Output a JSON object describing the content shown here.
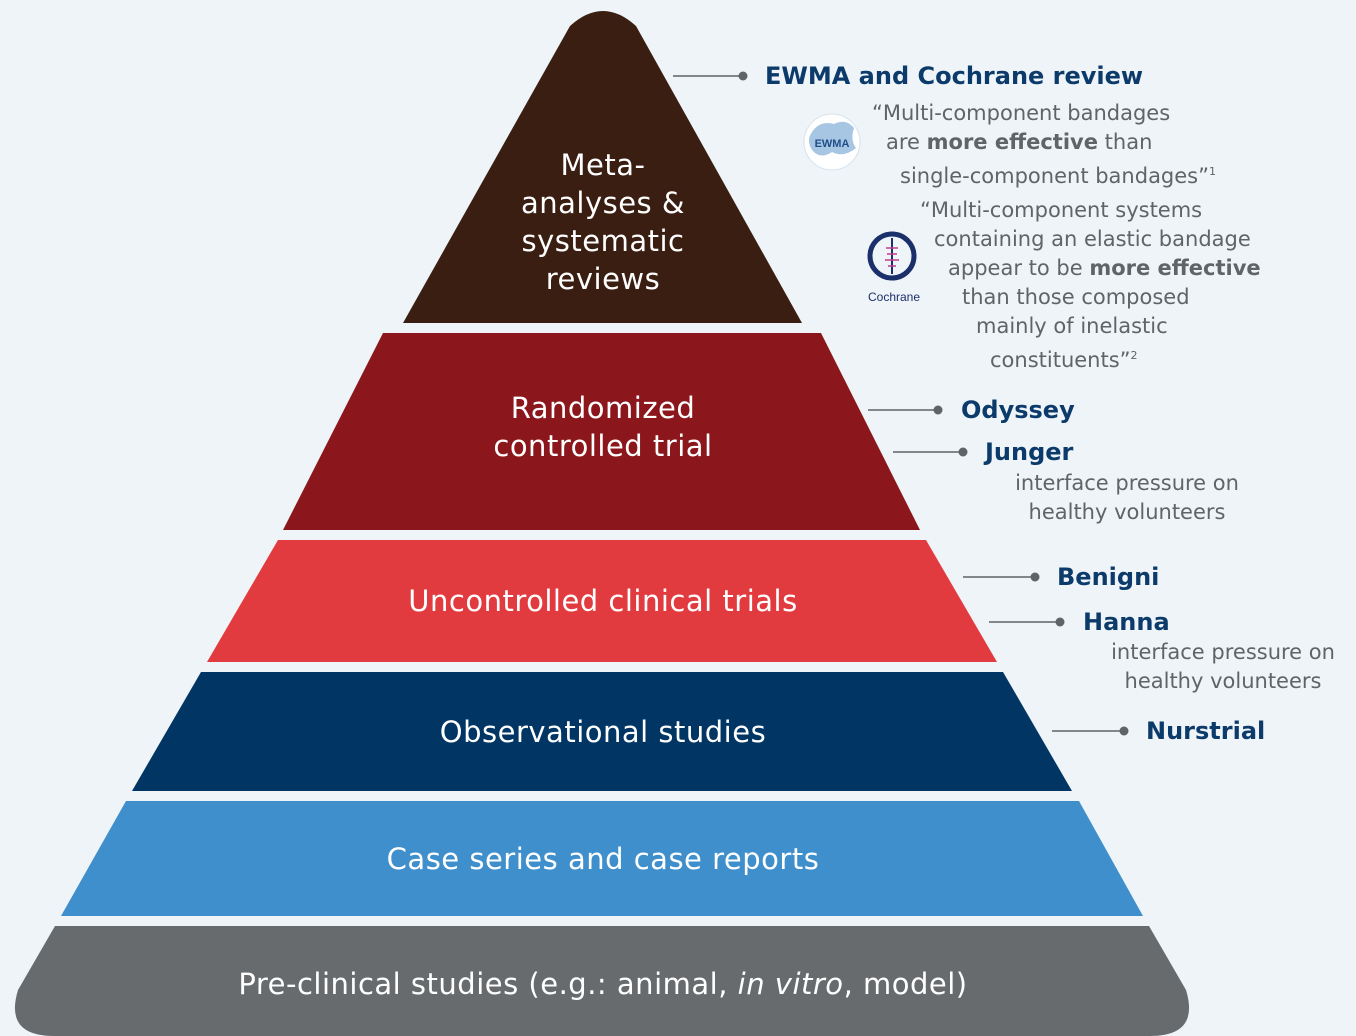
{
  "pyramid": {
    "tiers": [
      {
        "label_lines": [
          "Meta-",
          "analyses &",
          "systematic",
          "reviews"
        ],
        "color": "#3a1e12"
      },
      {
        "label_lines": [
          "Randomized",
          "controlled trial"
        ],
        "color": "#8b171c"
      },
      {
        "label_lines": [
          "Uncontrolled clinical trials"
        ],
        "color": "#e23b3f"
      },
      {
        "label_lines": [
          "Observational studies"
        ],
        "color": "#003564"
      },
      {
        "label_lines": [
          "Case series and case reports"
        ],
        "color": "#3f8fcc"
      },
      {
        "label_before": "Pre-clinical studies (e.g.: animal, ",
        "label_italic": "in vitro",
        "label_after": ", model)",
        "color": "#676b6e"
      }
    ]
  },
  "annotations": {
    "ewma_cochrane": {
      "title": "EWMA and Cochrane review",
      "ewma_logo_text": "EWMA",
      "ewma_quote": {
        "l1": "“Multi-component bandages",
        "l2a": "are ",
        "l2b": "more effective",
        "l2c": " than",
        "l3": "single-component bandages”",
        "ref": "1"
      },
      "cochrane_logo_text": "Cochrane",
      "cochrane_quote": {
        "l1": "“Multi-component systems",
        "l2": "containing an elastic bandage",
        "l3a": "appear to be ",
        "l3b": "more effective",
        "l4": "than those composed",
        "l5": "mainly of inelastic",
        "l6": "constituents”",
        "ref": "2"
      }
    },
    "odyssey": "Odyssey",
    "junger": {
      "name": "Junger",
      "note_l1": "interface pressure on",
      "note_l2": "healthy volunteers"
    },
    "benigni": "Benigni",
    "hanna": {
      "name": "Hanna",
      "note_l1": "interface pressure on",
      "note_l2": "healthy volunteers"
    },
    "nurstrial": "Nurstrial"
  },
  "colors": {
    "annotation_text": "#0c3b6b",
    "connector": "#5f6466",
    "background": "#eef4f7"
  }
}
